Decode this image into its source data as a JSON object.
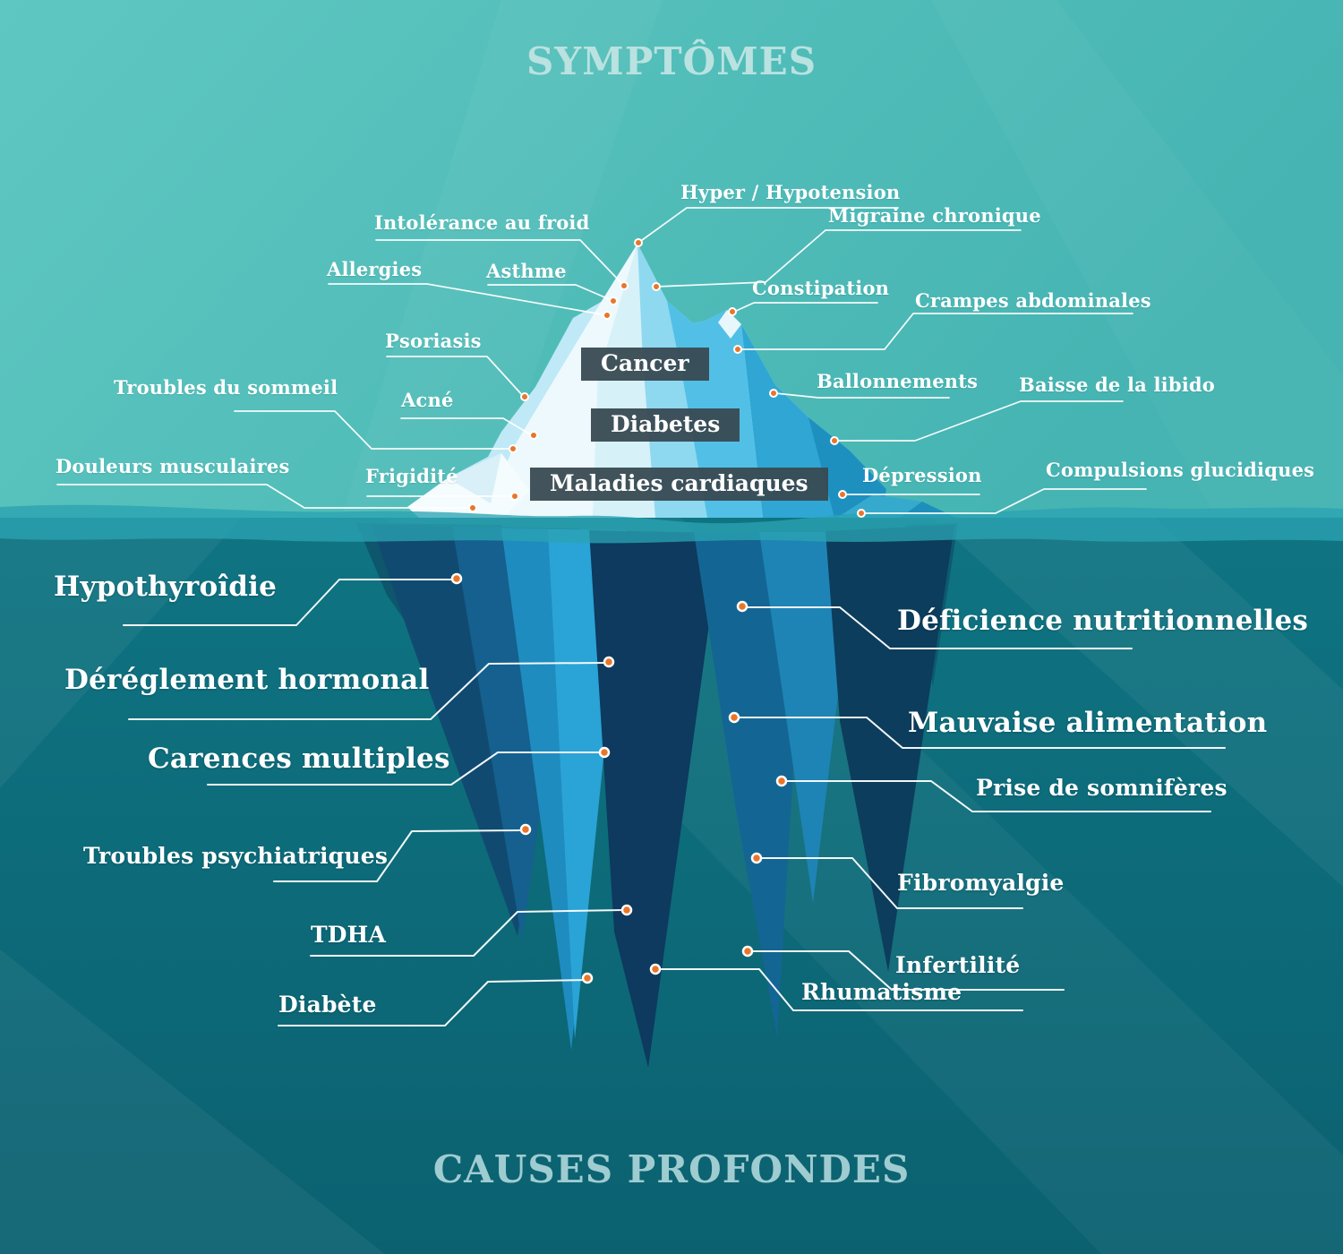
{
  "titles": {
    "top": "SYMPTÔMES",
    "bottom": "CAUSES PROFONDES"
  },
  "symptoms": {
    "boxed": [
      "Cancer",
      "Diabetes",
      "Maladies cardiaques"
    ],
    "labels": [
      "Hyper / Hypotension",
      "Intolérance au froid",
      "Migraine chronique",
      "Allergies",
      "Asthme",
      "Constipation",
      "Crampes abdominales",
      "Psoriasis",
      "Ballonnements",
      "Baisse de la libido",
      "Troubles du sommeil",
      "Acné",
      "Douleurs musculaires",
      "Frigidité",
      "Dépression",
      "Compulsions glucidiques"
    ]
  },
  "causes": {
    "labels": [
      "Hypothyroîdie",
      "Déficience nutritionnelles",
      "Déréglement hormonal",
      "Mauvaise alimentation",
      "Carences multiples",
      "Prise de somnifères",
      "Troubles psychiatriques",
      "Fibromyalgie",
      "TDHA",
      "Infertilité",
      "Diabète",
      "Rhumatisme"
    ]
  },
  "colors": {
    "sky_teal": "#52bfbb",
    "sea_teal": "#0d6e7b",
    "waterline_band": "#2aa3b2",
    "iceberg_white": "#eef9fd",
    "iceberg_light_blue": "#8ed9f0",
    "iceberg_deep_blue": "#114a70",
    "label_text": "#ffffff",
    "title_top_text": "#b9e2e0",
    "title_bottom_text": "#9fccd1",
    "box_background": "#384a52",
    "marker_dot_orange": "#e8762a"
  }
}
